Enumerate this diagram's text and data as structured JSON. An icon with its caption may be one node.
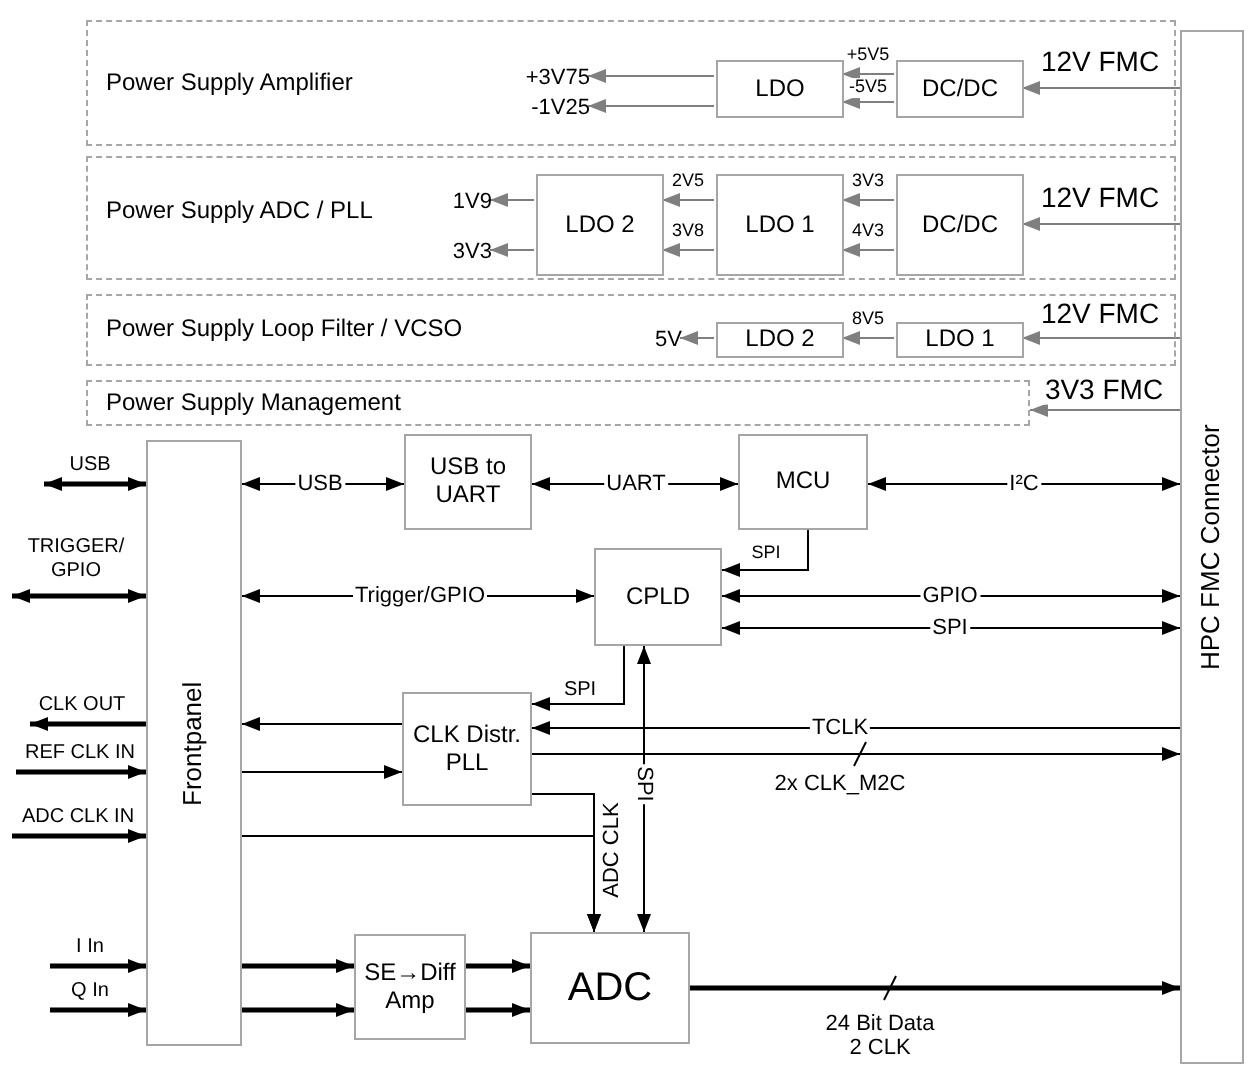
{
  "diagram": {
    "nodes": [
      {
        "text": [
          "Power Supply Amplifier"
        ]
      },
      {
        "text": [
          "LDO"
        ],
        "in": 0
      },
      {
        "text": [
          "DC/DC"
        ],
        "in": 0
      },
      {
        "text": [
          "+3V75"
        ],
        "in": 0
      },
      {
        "text": [
          "-1V25"
        ],
        "in": 0
      },
      {
        "text": [
          "Power Supply ADC / PLL"
        ]
      },
      {
        "text": [
          "LDO 2"
        ],
        "in": 5
      },
      {
        "text": [
          "LDO 1"
        ],
        "in": 5
      },
      {
        "text": [
          "DC/DC"
        ],
        "in": 5
      },
      {
        "text": [
          "1V9"
        ],
        "in": 5
      },
      {
        "text": [
          "3V3"
        ],
        "in": 5
      },
      {
        "text": [
          "Power Supply Loop Filter / VCSO"
        ]
      },
      {
        "text": [
          "LDO 2"
        ],
        "in": 11
      },
      {
        "text": [
          "LDO 1"
        ],
        "in": 11
      },
      {
        "text": [
          "5V"
        ],
        "in": 11
      },
      {
        "text": [
          "Power Supply Management"
        ]
      },
      {
        "text": [
          "HPC FMC Connector"
        ]
      },
      {
        "text": [
          "Frontpanel"
        ]
      },
      {
        "text": [
          "USB to UART"
        ]
      },
      {
        "text": [
          "MCU"
        ]
      },
      {
        "text": [
          "CPLD"
        ]
      },
      {
        "text": [
          "CLK Distr. PLL"
        ]
      },
      {
        "text": [
          "SE→Diff Amp"
        ]
      },
      {
        "text": [
          "ADC"
        ]
      },
      {
        "text": [
          "USB"
        ]
      },
      {
        "text": [
          "TRIGGER/ GPIO"
        ]
      },
      {
        "text": [
          "CLK OUT"
        ]
      },
      {
        "text": [
          "REF CLK IN"
        ]
      },
      {
        "text": [
          "ADC CLK IN"
        ]
      },
      {
        "text": [
          "I In"
        ]
      },
      {
        "text": [
          "Q In"
        ]
      }
    ],
    "edges": [
      {
        "from": 16,
        "to": 2,
        "arrow": "to",
        "label": "12V FMC",
        "color": "#7f7f7f"
      },
      {
        "from": 2,
        "to": 1,
        "arrow": "to",
        "label": "+5V5",
        "color": "#7f7f7f"
      },
      {
        "from": 2,
        "to": 1,
        "arrow": "to",
        "label": "-5V5",
        "color": "#7f7f7f"
      },
      {
        "from": 1,
        "to": 3,
        "arrow": "to",
        "color": "#7f7f7f"
      },
      {
        "from": 1,
        "to": 4,
        "arrow": "to",
        "color": "#7f7f7f"
      },
      {
        "from": 16,
        "to": 8,
        "arrow": "to",
        "label": "12V FMC",
        "color": "#7f7f7f"
      },
      {
        "from": 8,
        "to": 7,
        "arrow": "to",
        "label": "3V3",
        "color": "#7f7f7f"
      },
      {
        "from": 8,
        "to": 7,
        "arrow": "to",
        "label": "4V3",
        "color": "#7f7f7f"
      },
      {
        "from": 7,
        "to": 6,
        "arrow": "to",
        "label": "2V5",
        "color": "#7f7f7f"
      },
      {
        "from": 7,
        "to": 6,
        "arrow": "to",
        "label": "3V8",
        "color": "#7f7f7f"
      },
      {
        "from": 6,
        "to": 9,
        "arrow": "to",
        "color": "#7f7f7f"
      },
      {
        "from": 6,
        "to": 10,
        "arrow": "to",
        "color": "#7f7f7f"
      },
      {
        "from": 16,
        "to": 13,
        "arrow": "to",
        "label": "12V FMC",
        "color": "#7f7f7f"
      },
      {
        "from": 13,
        "to": 12,
        "arrow": "to",
        "label": "8V5",
        "color": "#7f7f7f"
      },
      {
        "from": 12,
        "to": 14,
        "arrow": "to",
        "color": "#7f7f7f"
      },
      {
        "from": 16,
        "to": 15,
        "arrow": "to",
        "label": "3V3 FMC",
        "color": "#7f7f7f"
      },
      {
        "from": 24,
        "to": 17,
        "arrow": "both",
        "style": "thick"
      },
      {
        "from": 25,
        "to": 17,
        "arrow": "both",
        "style": "thick"
      },
      {
        "from": 17,
        "to": 26,
        "arrow": "to",
        "style": "thick"
      },
      {
        "from": 27,
        "to": 17,
        "arrow": "to",
        "style": "thick"
      },
      {
        "from": 28,
        "to": 17,
        "arrow": "to",
        "style": "thick"
      },
      {
        "from": 29,
        "to": 17,
        "arrow": "to",
        "style": "thick"
      },
      {
        "from": 30,
        "to": 17,
        "arrow": "to",
        "style": "thick"
      },
      {
        "from": 17,
        "to": 18,
        "arrow": "both",
        "label": "USB"
      },
      {
        "from": 18,
        "to": 19,
        "arrow": "both",
        "label": "UART"
      },
      {
        "from": 19,
        "to": 16,
        "arrow": "both",
        "label": "I²C"
      },
      {
        "from": 19,
        "to": 20,
        "arrow": "to",
        "label": "SPI"
      },
      {
        "from": 17,
        "to": 20,
        "arrow": "both",
        "label": "Trigger/GPIO"
      },
      {
        "from": 20,
        "to": 16,
        "arrow": "both",
        "label": "GPIO"
      },
      {
        "from": 20,
        "to": 16,
        "arrow": "both",
        "label": "SPI"
      },
      {
        "from": 20,
        "to": 21,
        "arrow": "to",
        "label": "SPI"
      },
      {
        "from": 21,
        "to": 17,
        "arrow": "to"
      },
      {
        "from": 17,
        "to": 21,
        "arrow": "to"
      },
      {
        "from": 16,
        "to": 21,
        "arrow": "to",
        "label": "TCLK"
      },
      {
        "from": 21,
        "to": 16,
        "arrow": "to",
        "label": "2x CLK_M2C"
      },
      {
        "from": 21,
        "to": 23,
        "arrow": "to",
        "label": "ADC CLK"
      },
      {
        "from": 17,
        "to": 23,
        "arrow": "to"
      },
      {
        "from": 20,
        "to": 23,
        "arrow": "both",
        "label": "SPI"
      },
      {
        "from": 17,
        "to": 22,
        "arrow": "to",
        "style": "thick"
      },
      {
        "from": 17,
        "to": 22,
        "arrow": "to",
        "style": "thick"
      },
      {
        "from": 22,
        "to": 23,
        "arrow": "to",
        "style": "thick"
      },
      {
        "from": 22,
        "to": 23,
        "arrow": "to",
        "style": "thick"
      },
      {
        "from": 23,
        "to": 16,
        "arrow": "to",
        "label": "24 Bit Data 2 CLK",
        "style": "thick"
      }
    ]
  }
}
